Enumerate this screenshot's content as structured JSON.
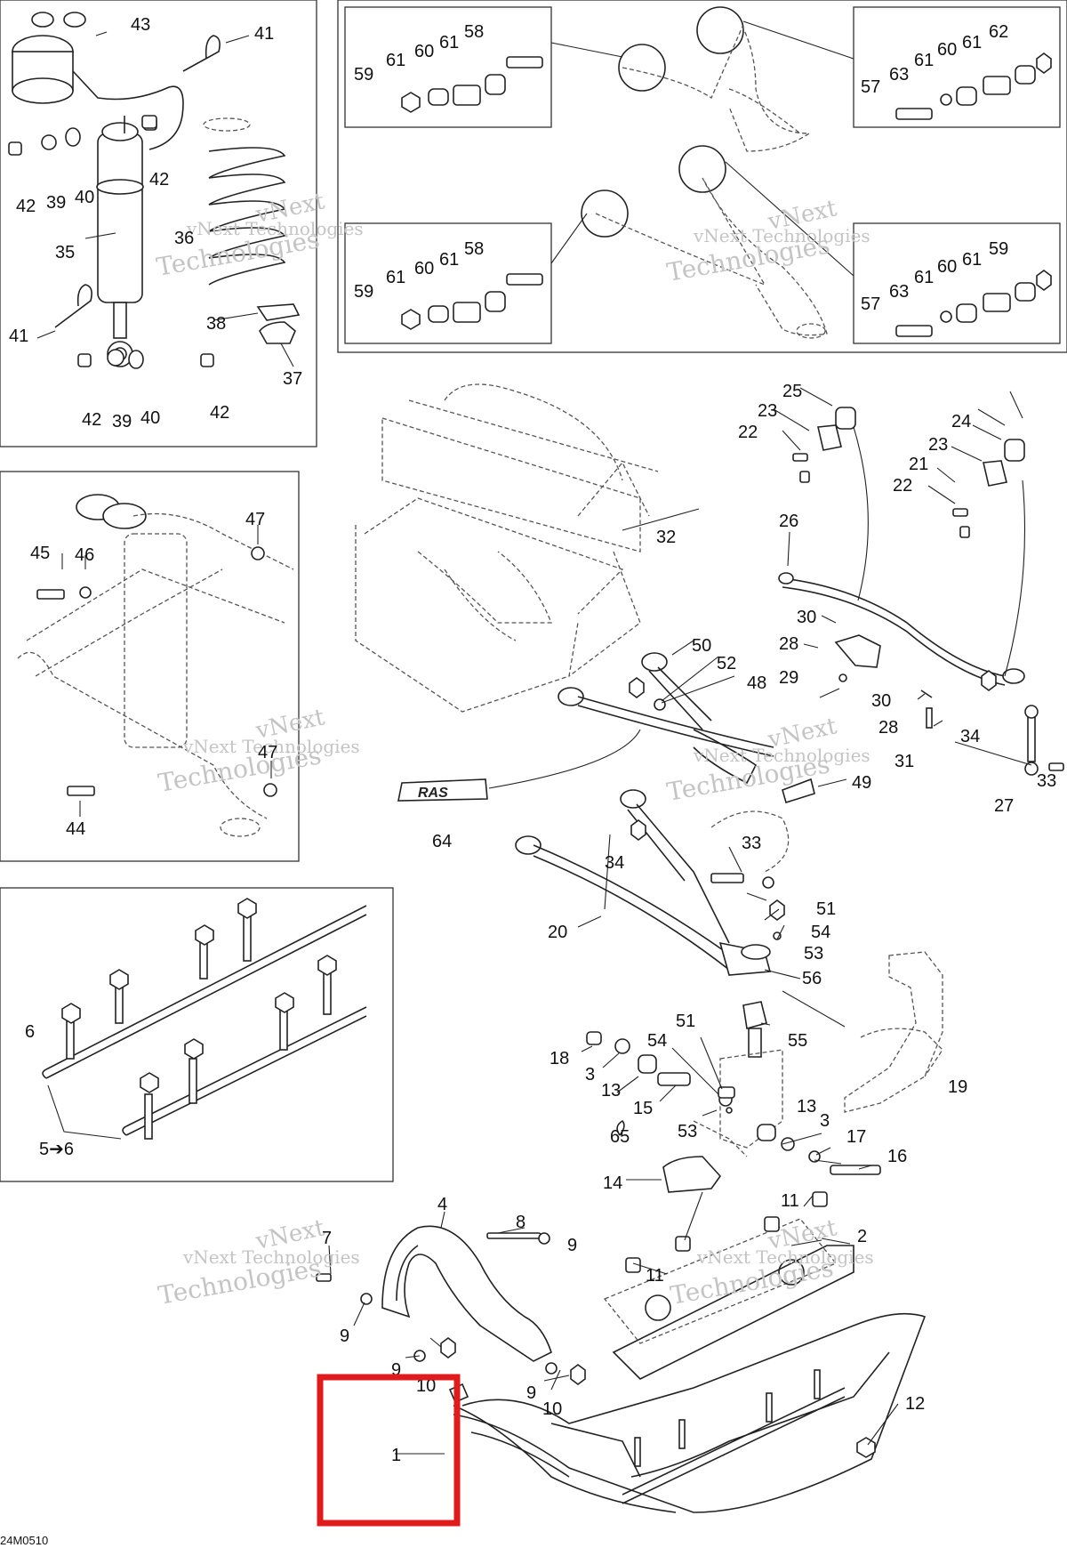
{
  "watermark": {
    "line1": "vNext Technologies",
    "line2": "vNext",
    "line3": "Technologies"
  },
  "drawing_code": "24M0510",
  "ras_logo_text": "RAS",
  "callouts": {
    "c1": "1",
    "c2": "2",
    "c3a": "3",
    "c3b": "3",
    "c4": "4",
    "c5_6": "5➔6",
    "c6": "6",
    "c7": "7",
    "c8": "8",
    "c9a": "9",
    "c9b": "9",
    "c9c": "9",
    "c9d": "9",
    "c10a": "10",
    "c10b": "10",
    "c11a": "11",
    "c11b": "11",
    "c12": "12",
    "c13a": "13",
    "c13b": "13",
    "c14": "14",
    "c15": "15",
    "c16": "16",
    "c17": "17",
    "c18": "18",
    "c19": "19",
    "c20": "20",
    "c21": "21",
    "c22a": "22",
    "c22b": "22",
    "c23a": "23",
    "c23b": "23",
    "c24": "24",
    "c25": "25",
    "c26": "26",
    "c27": "27",
    "c28a": "28",
    "c28b": "28",
    "c29": "29",
    "c30a": "30",
    "c30b": "30",
    "c31": "31",
    "c32": "32",
    "c33a": "33",
    "c33b": "33",
    "c34a": "34",
    "c34b": "34",
    "c35": "35",
    "c36": "36",
    "c37": "37",
    "c38": "38",
    "c39a": "39",
    "c39b": "39",
    "c40a": "40",
    "c40b": "40",
    "c41a": "41",
    "c41b": "41",
    "c42a": "42",
    "c42b": "42",
    "c42c": "42",
    "c42d": "42",
    "c43": "43",
    "c44": "44",
    "c45": "45",
    "c46": "46",
    "c47a": "47",
    "c47b": "47",
    "c48": "48",
    "c49": "49",
    "c50": "50",
    "c51a": "51",
    "c51b": "51",
    "c52": "52",
    "c53a": "53",
    "c53b": "53",
    "c54a": "54",
    "c54b": "54",
    "c55": "55",
    "c56": "56",
    "c57a": "57",
    "c57b": "57",
    "c58a": "58",
    "c58b": "58",
    "c59a": "59",
    "c59b": "59",
    "c59c": "59",
    "c60a": "60",
    "c60b": "60",
    "c60c": "60",
    "c60d": "60",
    "c61a": "61",
    "c61b": "61",
    "c61c": "61",
    "c61d": "61",
    "c61e": "61",
    "c61f": "61",
    "c61g": "61",
    "c61h": "61",
    "c62": "62",
    "c63a": "63",
    "c63b": "63",
    "c64": "64",
    "c65": "65"
  },
  "colors": {
    "line": "#222222",
    "highlight": "#e11b1b",
    "watermark": "#c4c4c4"
  }
}
